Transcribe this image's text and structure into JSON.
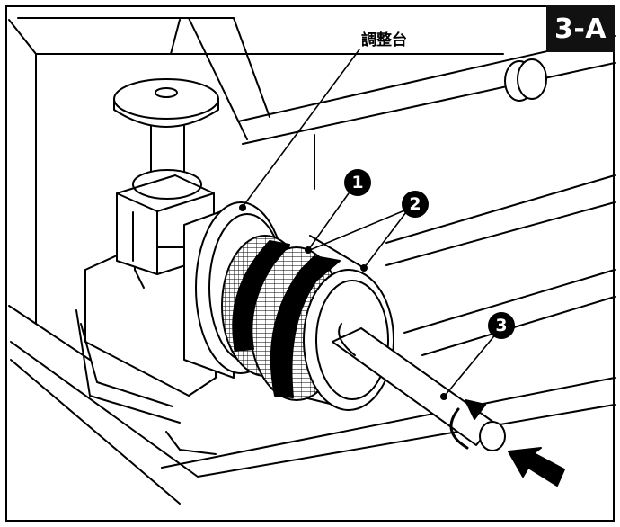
{
  "figure": {
    "badge": "3-A",
    "part_label": "調整台",
    "callouts": [
      "1",
      "2",
      "3"
    ]
  },
  "colors": {
    "ink": "#000000",
    "paper": "#ffffff",
    "badge_bg": "#111111"
  }
}
